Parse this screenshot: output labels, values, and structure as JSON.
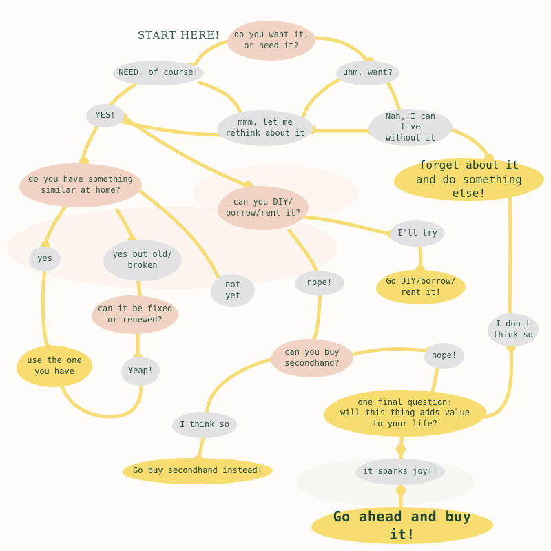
{
  "start_label": "START HERE!",
  "nodes": {
    "want_or_need": "do you want it,\nor need it?",
    "need": "NEED, of course!",
    "want": "uhm, want?",
    "yes": "YES!",
    "rethink": "mmm, let me\nrethink about it",
    "nah": "Nah, I can live\nwithout it",
    "forget": "forget about it\nand do something else!",
    "similar_at_home": "do you have something\nsimilar at home?",
    "diy_question": "can you DIY/\nborrow/rent it?",
    "ill_try": "I'll try",
    "go_diy": "Go DIY/borrow/\nrent it!",
    "home_yes": "yes",
    "old_broken": "yes but old/\nbroken",
    "not_yet": "not yet",
    "fixed_question": "can it be fixed\nor renewed?",
    "nope_diy": "nope!",
    "dont_think": "I don't\nthink so",
    "use_one": "use the one\nyou have",
    "yeap": "Yeap!",
    "secondhand_question": "can you buy\nsecondhand?",
    "nope_secondhand": "nope!",
    "final_question": "one final question:\nwill this thing adds value\nto your life?",
    "think_so": "I think so",
    "buy_secondhand": "Go buy secondhand instead!",
    "sparks_joy": "it sparks joy!!",
    "buy_it": "Go ahead and buy it!"
  },
  "colors": {
    "question": "#f1d3c4",
    "answer": "#e2e2e4",
    "outcome": "#f7dd6f",
    "connector": "#f6dc72",
    "text": "#2f5744"
  }
}
